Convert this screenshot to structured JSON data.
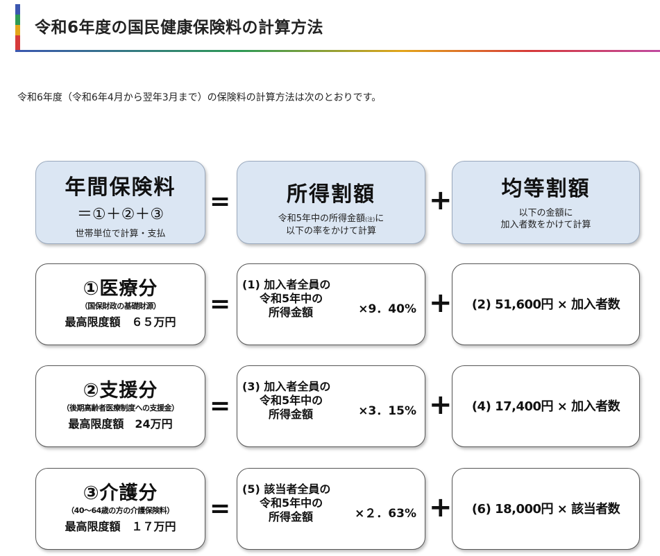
{
  "page": {
    "title": "令和6年度の国民健康保険料の計算方法",
    "intro": "令和6年度（令和6年4月から翌年3月まで）の保険料の計算方法は次のとおりです。"
  },
  "header": {
    "annual": {
      "title": "年間保険料",
      "formula": "＝①＋②＋③",
      "note": "世帯単位で計算・支払"
    },
    "income": {
      "title": "所得割額",
      "line1": "令和5年中の所得金額",
      "mark": "(注)",
      "line1_tail": "に",
      "line2": "以下の率をかけて計算"
    },
    "equal": {
      "title": "均等割額",
      "line1": "以下の金額に",
      "line2": "加入者数をかけて計算"
    }
  },
  "operators": {
    "eq": "=",
    "plus": "+"
  },
  "rows": [
    {
      "title": "①医療分",
      "note": "（国保財政の基礎財源）",
      "max": "最高限度額　６５万円",
      "income_l1": "(1) 加入者全員の",
      "income_l2": "令和5年中の",
      "income_l3": "所得金額",
      "rate": "×9．40%",
      "equal": "(2) 51,600円 × 加入者数"
    },
    {
      "title": "②支援分",
      "note": "（後期高齢者医療制度への支援金）",
      "max": "最高限度額　24万円",
      "income_l1": "(3) 加入者全員の",
      "income_l2": "令和5年中の",
      "income_l3": "所得金額",
      "rate": "×3．15%",
      "equal": "(4) 17,400円 × 加入者数"
    },
    {
      "title": "③介護分",
      "note": "（40～64歳の方の介護保険料）",
      "max": "最高限度額　１７万円",
      "income_l1": "(5) 該当者全員の",
      "income_l2": "令和5年中の",
      "income_l3": "所得金額",
      "rate": "×２．63%",
      "equal": "(6) 18,000円 × 該当者数"
    }
  ],
  "colors": {
    "header_fill": "#dbe6f3",
    "border": "#555555"
  }
}
